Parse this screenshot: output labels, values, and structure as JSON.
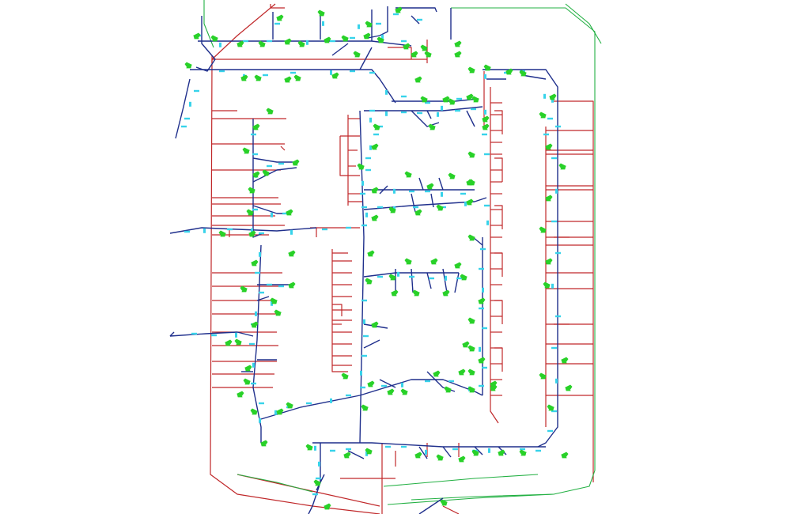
{
  "diagram": {
    "kind": "utility-network-plan",
    "labels": [],
    "colors": {
      "background": "#ffffff",
      "main_red": "#c0282a",
      "distribution_navy": "#1f2f8c",
      "boundary_green": "#23b043",
      "fixture_green": "#29d129",
      "marker_cyan": "#38d3ea"
    },
    "layers": [
      {
        "name": "red-main-lines",
        "color_key": "main_red"
      },
      {
        "name": "navy-distribution-lines",
        "color_key": "distribution_navy"
      },
      {
        "name": "green-boundary-lines",
        "color_key": "boundary_green"
      },
      {
        "name": "green-fixtures",
        "color_key": "fixture_green"
      },
      {
        "name": "cyan-markers",
        "color_key": "marker_cyan"
      }
    ]
  }
}
